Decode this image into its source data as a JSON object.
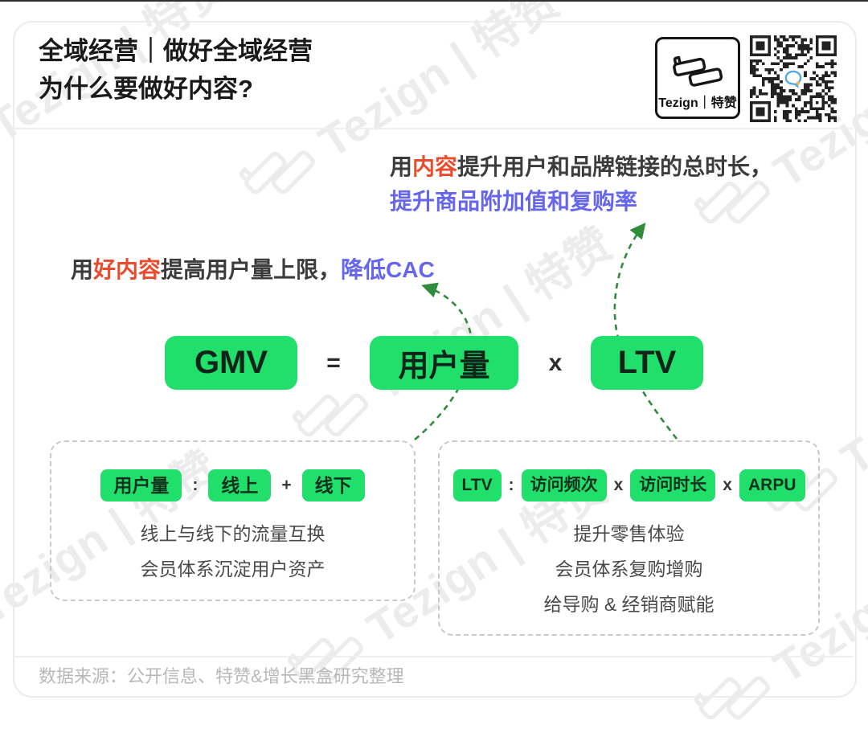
{
  "header": {
    "title_line1": "全域经营｜做好全域经营",
    "title_line2": "为什么要做好内容?",
    "logo_label": "Tezign｜特赞"
  },
  "annotations": {
    "top": {
      "prefix": "用",
      "highlight": "内容",
      "rest": "提升用户和品牌链接的总时长，",
      "line2": "提升商品附加值和复购率"
    },
    "left": {
      "prefix": "用",
      "highlight": "好内容",
      "middle": "提高用户量上限，",
      "accent": "降低CAC"
    }
  },
  "formula": {
    "gmv": "GMV",
    "equals": "=",
    "users": "用户量",
    "times": "x",
    "ltv": "LTV"
  },
  "left_box": {
    "chips": [
      "用户量",
      "线上",
      "线下"
    ],
    "separators": [
      ":",
      "+"
    ],
    "lines": [
      "线上与线下的流量互换",
      "会员体系沉淀用户资产"
    ]
  },
  "right_box": {
    "chips": [
      "LTV",
      "访问频次",
      "访问时长",
      "ARPU"
    ],
    "separators": [
      ":",
      "x",
      "x"
    ],
    "lines": [
      "提升零售体验",
      "会员体系复购增购",
      "给导购 & 经销商赋能"
    ]
  },
  "footer": {
    "source": "数据来源：公开信息、特赞&增长黑盒研究整理"
  },
  "watermark": {
    "text": "Tezign | 特赞"
  },
  "colors": {
    "accent_green": "#20E06B",
    "highlight_red": "#EB4B2D",
    "highlight_purple": "#6565EE",
    "arrow_green": "#2E8C3A"
  }
}
